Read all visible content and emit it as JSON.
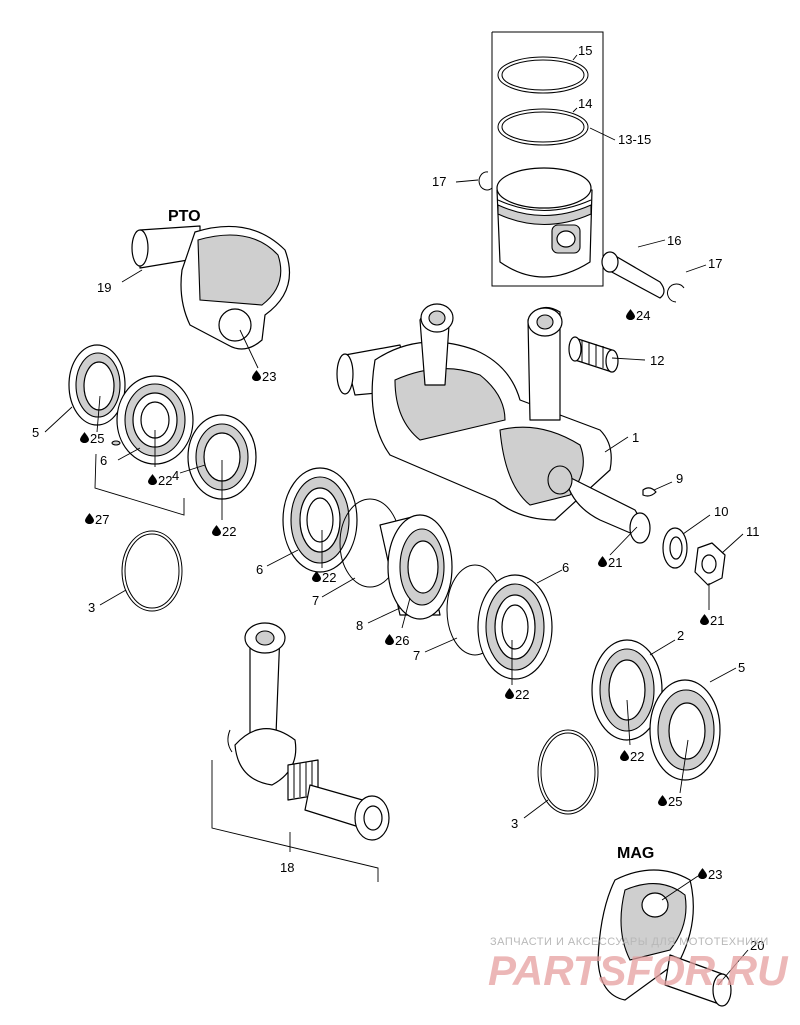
{
  "section_labels": {
    "pto": "PTO",
    "mag": "MAG"
  },
  "callouts": {
    "c15": "15",
    "c14": "14",
    "c13_15": "13-15",
    "c17a": "17",
    "c17b": "17",
    "c16": "16",
    "c24": "24",
    "c12": "12",
    "c19": "19",
    "c23a": "23",
    "c1": "1",
    "c9": "9",
    "c10": "10",
    "c11": "11",
    "c21a": "21",
    "c21b": "21",
    "c5a": "5",
    "c25a": "25",
    "c22a": "22",
    "c6a": "6",
    "c4": "4",
    "c27": "27",
    "c22b": "22",
    "c3a": "3",
    "c6b": "6",
    "c22c": "22",
    "c7a": "7",
    "c8": "8",
    "c26": "26",
    "c7b": "7",
    "c6c": "6",
    "c22d": "22",
    "c2": "2",
    "c5b": "5",
    "c22e": "22",
    "c25b": "25",
    "c3b": "3",
    "c18": "18",
    "c23b": "23",
    "c20": "20"
  },
  "watermark": {
    "line1": "ЗАПЧАСТИ И АКСЕССУАРЫ ДЛЯ МОТОТЕХНИКИ",
    "line2": "PARTSFOR.RU"
  }
}
